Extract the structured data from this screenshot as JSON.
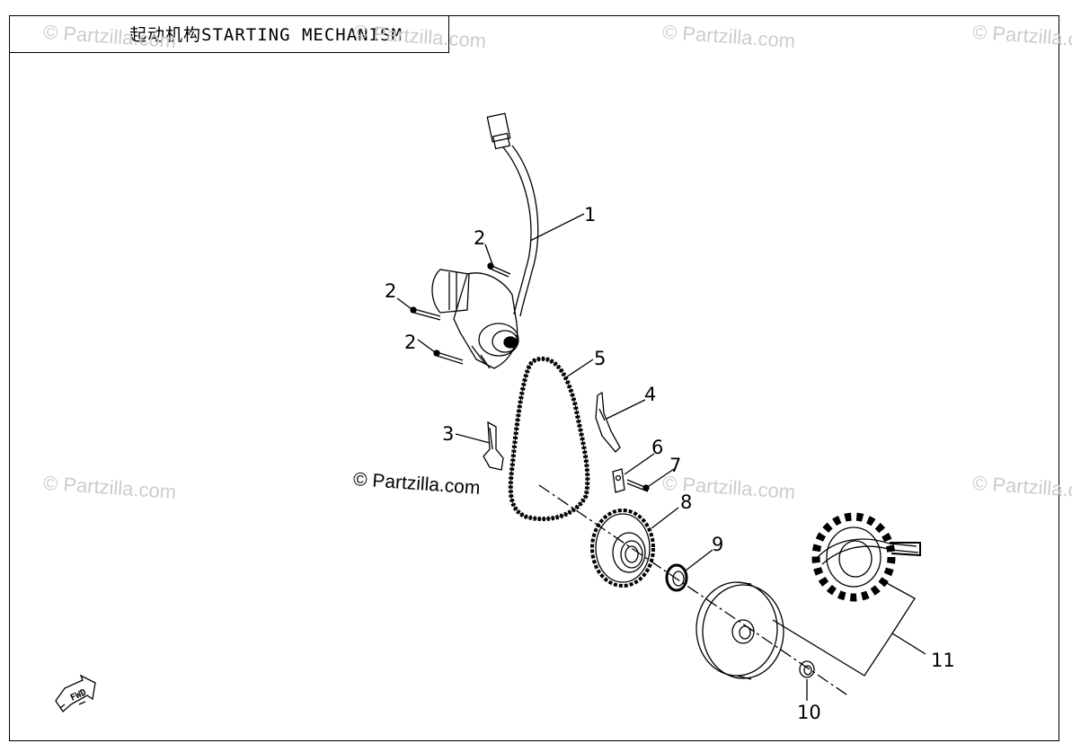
{
  "title": "起动机构STARTING MECHANISM",
  "watermark": "© Partzilla.com",
  "copyright": "© Partzilla.com",
  "fwd_label": "FWD",
  "callouts": {
    "c1": "1",
    "c2a": "2",
    "c2b": "2",
    "c2c": "2",
    "c3": "3",
    "c4": "4",
    "c5": "5",
    "c6": "6",
    "c7": "7",
    "c8": "8",
    "c9": "9",
    "c10": "10",
    "c11": "11"
  },
  "parts": {
    "p1": "starter-motor",
    "p2": "bolt",
    "p3": "chain-guide",
    "p4": "chain-guide",
    "p5": "chain",
    "p6": "washer",
    "p7": "bolt",
    "p8": "starter-sprocket",
    "p9": "seal",
    "p10": "nut",
    "p11": "flywheel-stator-assembly"
  }
}
